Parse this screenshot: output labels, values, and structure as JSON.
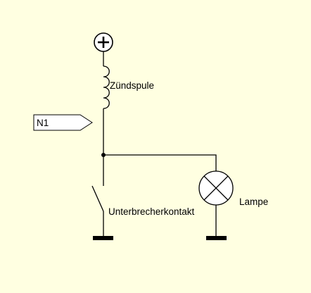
{
  "colors": {
    "background": "#ffffe1",
    "wire": "#000000",
    "tag_fill": "#ffffff"
  },
  "diagram": {
    "components": {
      "supply": {
        "icon": "plus-icon"
      },
      "coil": {
        "label": "Zündspule"
      },
      "net_tag": {
        "label": "N1"
      },
      "switch": {
        "label": "Unterbrecherkontakt"
      },
      "lamp": {
        "label": "Lampe",
        "icon": "lamp-icon"
      },
      "ground_switch": {
        "icon": "ground-icon"
      },
      "ground_lamp": {
        "icon": "ground-icon"
      }
    }
  }
}
